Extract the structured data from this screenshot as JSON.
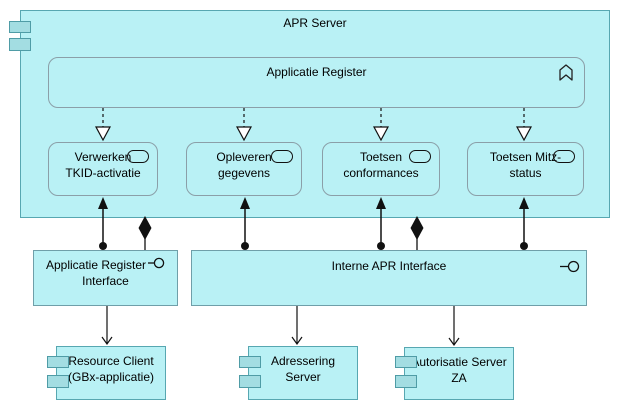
{
  "diagram": {
    "apr_server": {
      "label": "APR Server"
    },
    "applicatie_register": {
      "label": "Applicatie Register"
    },
    "services": [
      {
        "line1": "Verwerken",
        "line2": "TKID-activatie"
      },
      {
        "line1": "Opleveren",
        "line2": "gegevens"
      },
      {
        "line1": "Toetsen",
        "line2": "conformances"
      },
      {
        "line1": "Toetsen Mitz-",
        "line2": "status"
      }
    ],
    "interfaces": [
      {
        "line1": "Applicatie Register",
        "line2": "Interface"
      },
      {
        "label": "Interne APR Interface"
      }
    ],
    "components": [
      {
        "line1": "Resource Client",
        "line2": "(GBx-applicatie)"
      },
      {
        "line1": "Adressering",
        "line2": "Server"
      },
      {
        "line1": "Autorisatie Server",
        "line2": "ZA"
      }
    ],
    "colors": {
      "element_fill": "#b9f1f5",
      "tab_fill": "#a3dde2",
      "component_border": "#57a7b1",
      "rounded_border": "#8b9fa8",
      "relationship_line": "#111111"
    }
  }
}
